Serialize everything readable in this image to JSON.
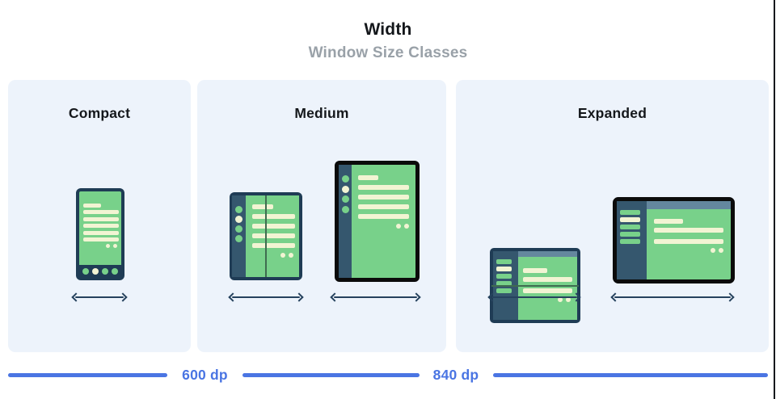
{
  "header": {
    "title": "Width",
    "subtitle": "Window Size Classes"
  },
  "panels": [
    {
      "id": "compact",
      "label": "Compact"
    },
    {
      "id": "medium",
      "label": "Medium"
    },
    {
      "id": "expanded",
      "label": "Expanded"
    }
  ],
  "ruler": {
    "breakpoint1": "600 dp",
    "breakpoint2": "840 dp"
  },
  "illustrations": {
    "compact_devices": [
      "phone-portrait"
    ],
    "medium_devices": [
      "foldable-open-portrait",
      "tablet-portrait"
    ],
    "expanded_devices": [
      "foldable-open-landscape",
      "laptop-landscape"
    ],
    "arrow_icon": "double-headed-horizontal-arrow"
  },
  "colors": {
    "ink": "#14171b",
    "gray": "#99a1a8",
    "panel": "#edf3fb",
    "blue": "#4a75e3",
    "navy": "#1f3c55",
    "navylight": "#35576e",
    "black": "#0b0b0b",
    "green": "#78d18a",
    "cream": "#f2f4d3",
    "bluegray": "#64879e",
    "fold": "#3f6c50",
    "arrow": "#26425e",
    "edge": "#15181c"
  }
}
